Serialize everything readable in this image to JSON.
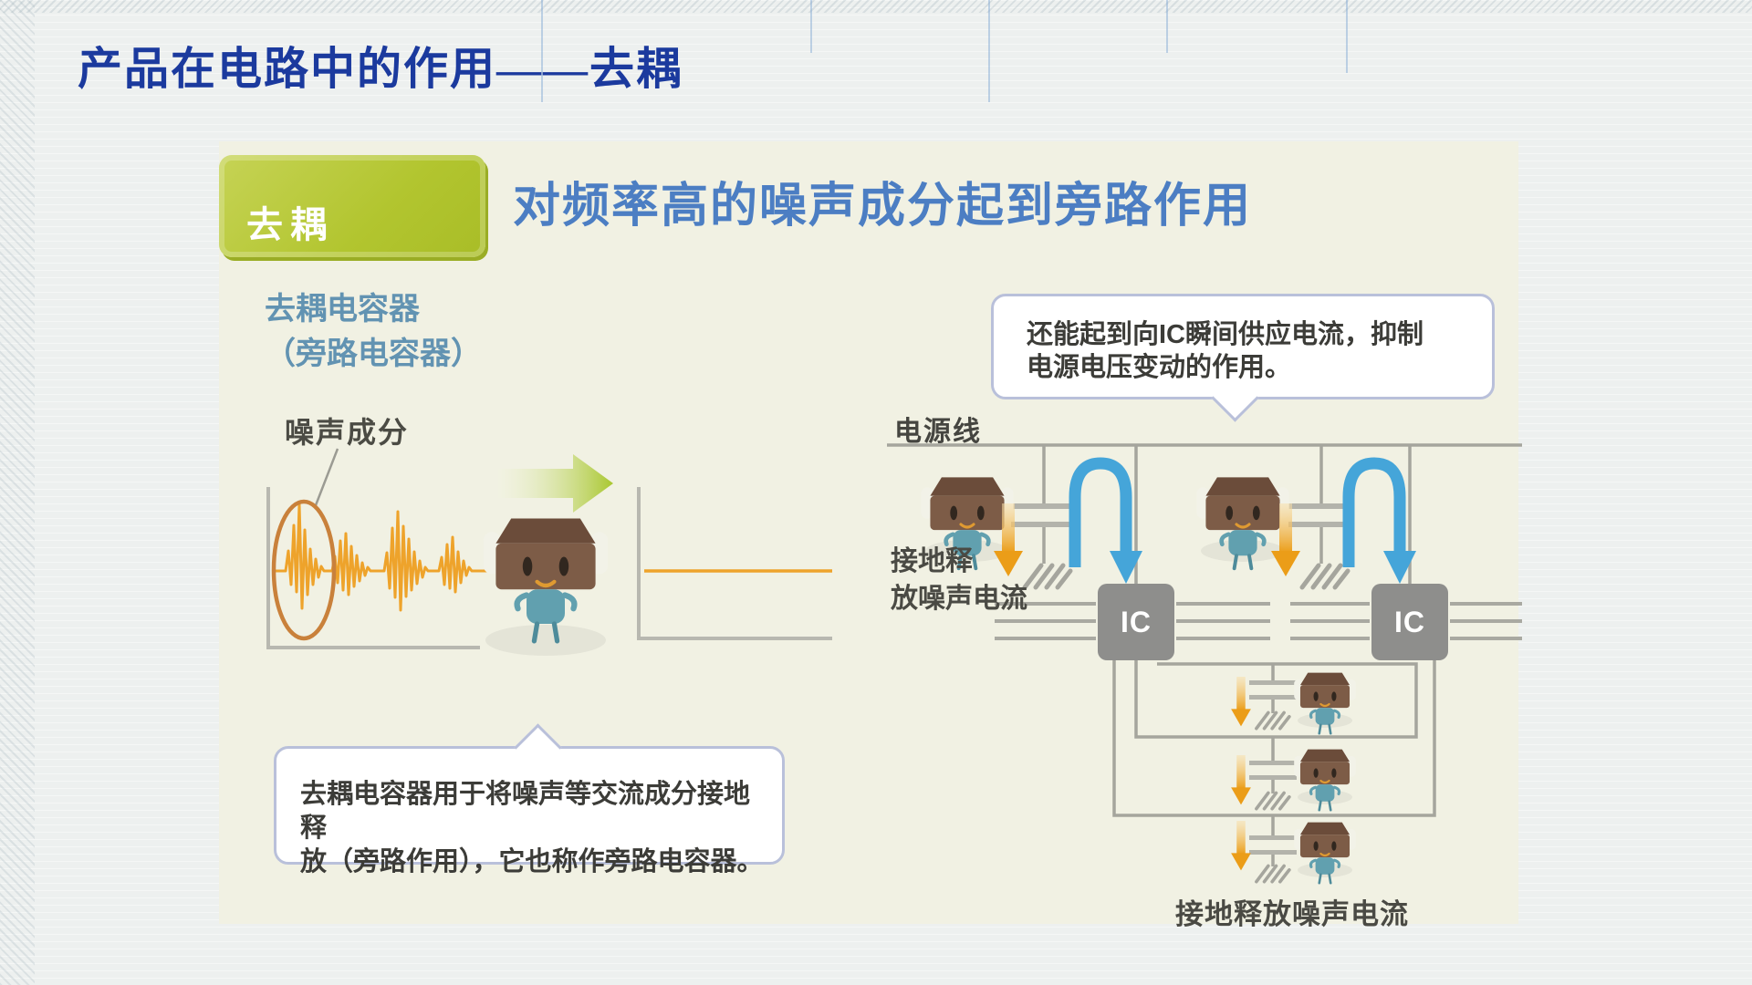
{
  "slide": {
    "title": "产品在电路中的作用——去耦"
  },
  "panel": {
    "badge_label": "去耦",
    "heading": "对频率高的噪声成分起到旁路作用"
  },
  "left": {
    "cap_label_line1": "去耦电容器",
    "cap_label_line2": "（旁路电容器）",
    "noise_label": "噪声成分",
    "bubble_line1": "去耦电容器用于将噪声等交流成分接地释",
    "bubble_line2": "放（旁路作用），它也称作旁路电容器。"
  },
  "right": {
    "callout_line1": "还能起到向IC瞬间供应电流，抑制",
    "callout_line2": "电源电压变动的作用。",
    "powerline_label": "电源线",
    "ground_label_line1": "接地释",
    "ground_label_line2": "放噪声电流",
    "ic_label": "IC",
    "bottom_ground_label": "接地释放噪声电流"
  },
  "colors": {
    "title_blue": "#1b3a9e",
    "heading_blue": "#4c7ec3",
    "badge_green": "#b2c52f",
    "label_teal": "#6293b2",
    "waveform_orange": "#eea32b",
    "bypass_arrow_blue": "#45a5d9",
    "flow_arrow_green": "#a9c72f",
    "ic_gray": "#8e8e8c",
    "bubble_border": "#b9c0da",
    "panel_cream": "#f1f1e3"
  }
}
